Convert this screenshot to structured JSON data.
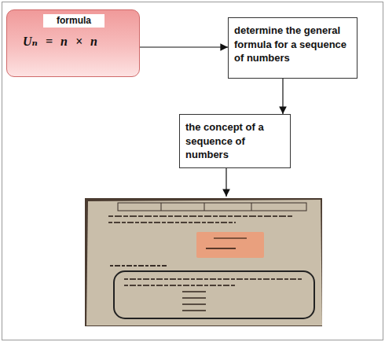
{
  "diagram": {
    "nodes": [
      {
        "text": [
          "Uₙ = n × n"
        ]
      },
      {
        "text": [
          "formula"
        ],
        "in": 0
      },
      {
        "text": [
          "determine the general formula for a sequence of numbers"
        ]
      },
      {
        "text": [
          "the concept of a sequence of numbers"
        ]
      }
    ],
    "edges": [
      {
        "from": 0,
        "to": 2,
        "arrow": "to"
      },
      {
        "from": 2,
        "to": 3,
        "arrow": "to"
      }
    ]
  }
}
